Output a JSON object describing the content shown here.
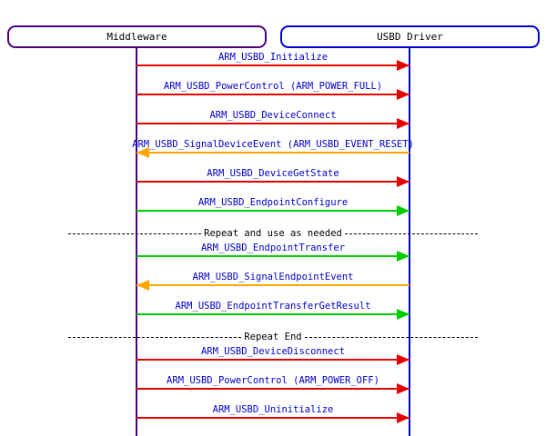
{
  "diagram": {
    "participants": [
      {
        "label": "Middleware",
        "border_color": "#4b0082"
      },
      {
        "label": "USBD Driver",
        "border_color": "#0000cc"
      }
    ],
    "label_color": "#0000cc",
    "colors": {
      "red": "#e60000",
      "orange": "#ffa500",
      "green": "#00cc00"
    },
    "events": [
      {
        "type": "message",
        "label": "ARM_USBD_Initialize",
        "direction": "right",
        "color": "red"
      },
      {
        "type": "message",
        "label": "ARM_USBD_PowerControl (ARM_POWER_FULL)",
        "direction": "right",
        "color": "red"
      },
      {
        "type": "message",
        "label": "ARM_USBD_DeviceConnect",
        "direction": "right",
        "color": "red"
      },
      {
        "type": "message",
        "label": "ARM_USBD_SignalDeviceEvent (ARM_USBD_EVENT_RESET)",
        "direction": "left",
        "color": "orange"
      },
      {
        "type": "message",
        "label": "ARM_USBD_DeviceGetState",
        "direction": "right",
        "color": "red"
      },
      {
        "type": "message",
        "label": "ARM_USBD_EndpointConfigure",
        "direction": "right",
        "color": "green"
      },
      {
        "type": "divider",
        "label": "Repeat and use as needed"
      },
      {
        "type": "message",
        "label": "ARM_USBD_EndpointTransfer",
        "direction": "right",
        "color": "green"
      },
      {
        "type": "message",
        "label": "ARM_USBD_SignalEndpointEvent",
        "direction": "left",
        "color": "orange"
      },
      {
        "type": "message",
        "label": "ARM_USBD_EndpointTransferGetResult",
        "direction": "right",
        "color": "green"
      },
      {
        "type": "divider",
        "label": "Repeat End"
      },
      {
        "type": "message",
        "label": "ARM_USBD_DeviceDisconnect",
        "direction": "right",
        "color": "red"
      },
      {
        "type": "message",
        "label": "ARM_USBD_PowerControl (ARM_POWER_OFF)",
        "direction": "right",
        "color": "red"
      },
      {
        "type": "message",
        "label": "ARM_USBD_Uninitialize",
        "direction": "right",
        "color": "red"
      }
    ]
  }
}
